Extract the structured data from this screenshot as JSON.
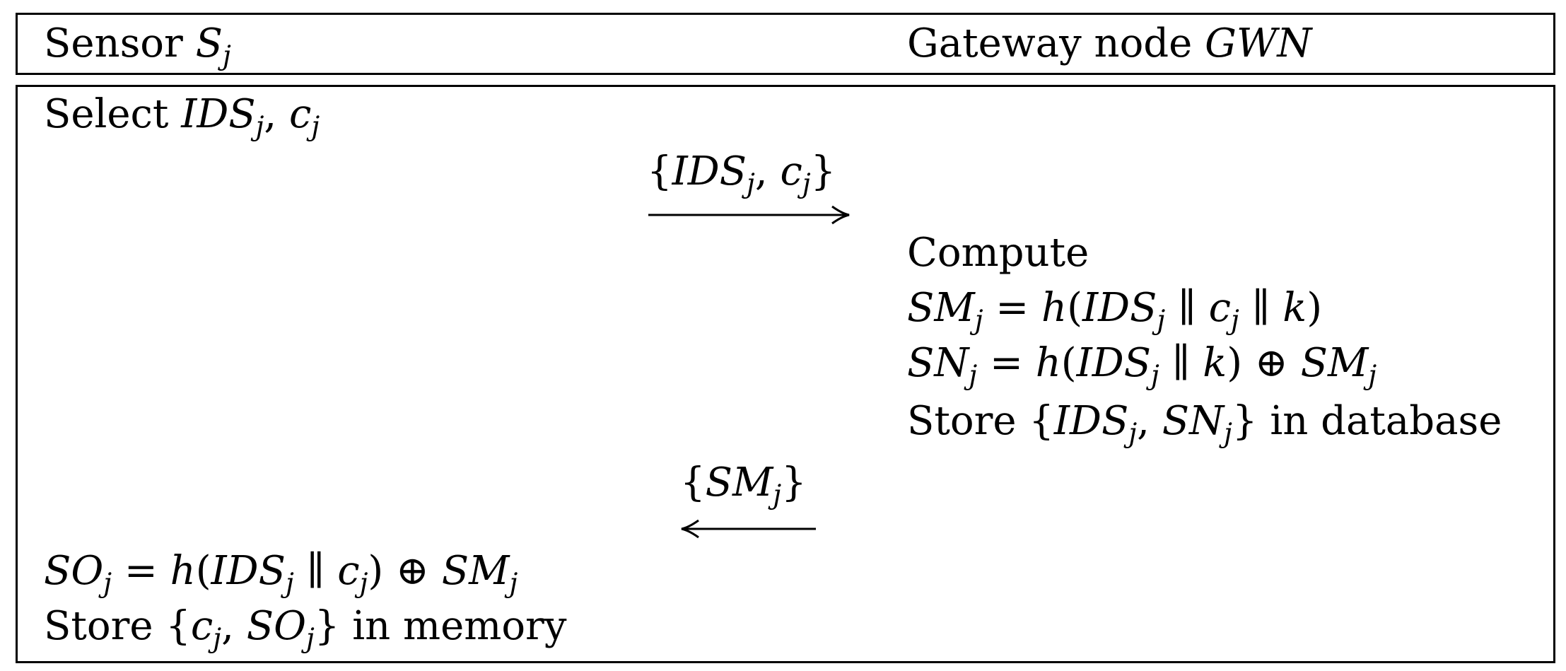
{
  "header": {
    "sensor_label": "Sensor S_j",
    "gateway_label": "Gateway node GWN"
  },
  "sensor": {
    "select": "Select IDS_j, c_j",
    "compute_so": "SO_j = h(IDS_j ∥ c_j) ⊕ SM_j",
    "store": "Store {c_j, SO_j} in memory"
  },
  "gateway": {
    "compute": "Compute",
    "sm": "SM_j = h(IDS_j ∥ c_j ∥ k)",
    "sn": "SN_j = h(IDS_j ∥ k) ⊕ SM_j",
    "store": "Store {IDS_j, SN_j} in database"
  },
  "messages": [
    {
      "label": "{IDS_j, c_j}",
      "direction": "right"
    },
    {
      "label": "{SM_j}",
      "direction": "left"
    }
  ]
}
